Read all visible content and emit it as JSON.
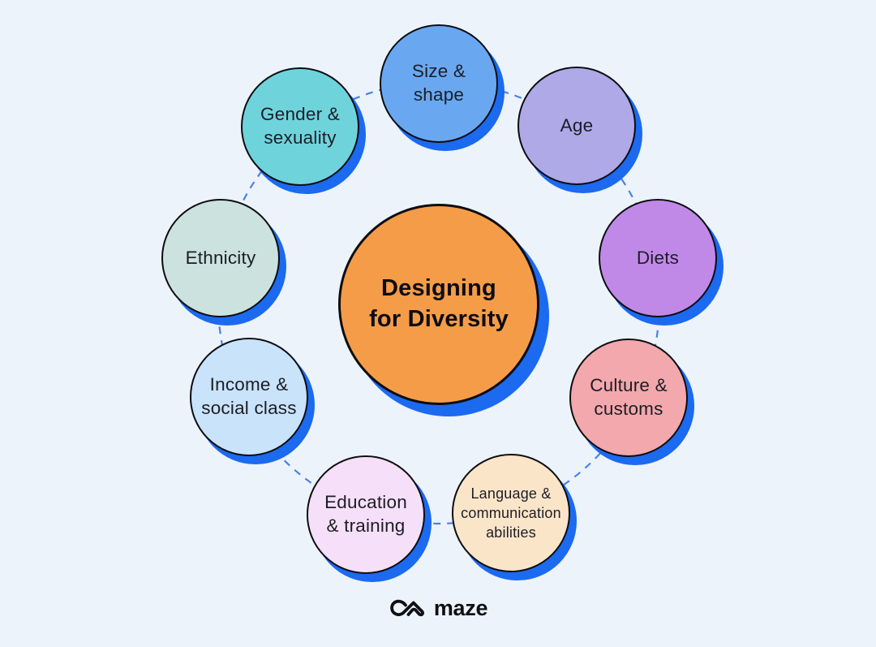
{
  "theme": {
    "background": "#EDF3FB",
    "shadow": "#1B6AF0",
    "outline": "#0D0D12",
    "connector": "#4A80EA",
    "text": "#1D1D26"
  },
  "diagram": {
    "center": {
      "label": "Designing\nfor Diversity",
      "fill": "#F59C48"
    },
    "satellites": [
      {
        "label": "Size &\nshape",
        "fill": "#69A8F0"
      },
      {
        "label": "Age",
        "fill": "#AFA9E8"
      },
      {
        "label": "Diets",
        "fill": "#C189E7"
      },
      {
        "label": "Culture &\ncustoms",
        "fill": "#F2A8AC"
      },
      {
        "label": "Language &\ncommunication\nabilities",
        "fill": "#FBE5C9"
      },
      {
        "label": "Education\n& training",
        "fill": "#F6DFF8"
      },
      {
        "label": "Income &\nsocial class",
        "fill": "#C8E3FA"
      },
      {
        "label": "Ethnicity",
        "fill": "#CBE2DF"
      },
      {
        "label": "Gender &\nsexuality",
        "fill": "#6FD3DC"
      }
    ]
  },
  "footer": {
    "brand": "maze"
  }
}
